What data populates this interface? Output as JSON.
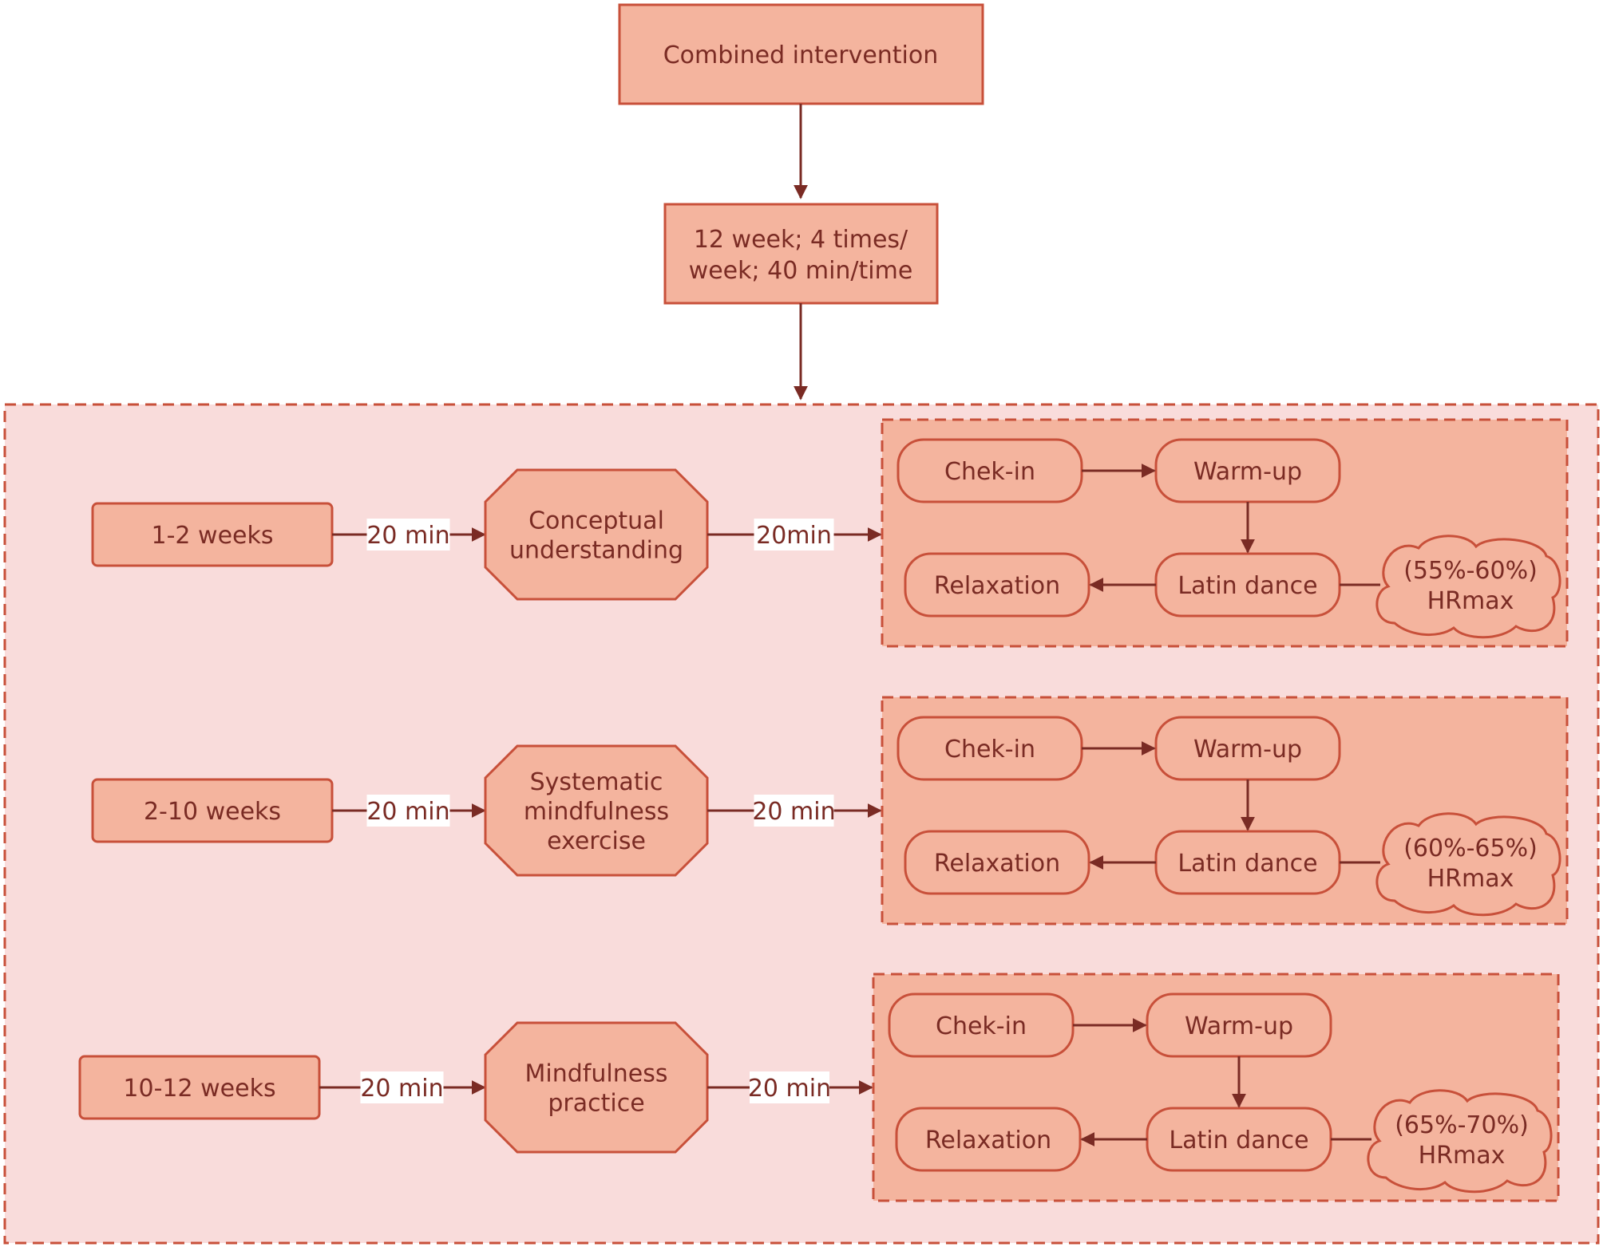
{
  "top": {
    "title": "Combined intervention",
    "schedule_line1": "12 week; 4 times/",
    "schedule_line2": "week; 40 min/time"
  },
  "phases": [
    {
      "weeks": "1-2 weeks",
      "dur_in": "20 min",
      "practice_lines": [
        "Conceptual",
        "understanding"
      ],
      "dur_out": "20min",
      "checkin": "Chek-in",
      "warmup": "Warm-up",
      "latin": "Latin dance",
      "relax": "Relaxation",
      "hr_line1": "(55%-60%)",
      "hr_line2": "HRmax"
    },
    {
      "weeks": "2-10 weeks",
      "dur_in": "20 min",
      "practice_lines": [
        "Systematic",
        "mindfulness",
        "exercise"
      ],
      "dur_out": "20 min",
      "checkin": "Chek-in",
      "warmup": "Warm-up",
      "latin": "Latin dance",
      "relax": "Relaxation",
      "hr_line1": "(60%-65%)",
      "hr_line2": "HRmax"
    },
    {
      "weeks": "10-12 weeks",
      "dur_in": "20 min",
      "practice_lines": [
        "Mindfulness",
        "practice"
      ],
      "dur_out": "20 min",
      "checkin": "Chek-in",
      "warmup": "Warm-up",
      "latin": "Latin dance",
      "relax": "Relaxation",
      "hr_line1": "(65%-70%)",
      "hr_line2": "HRmax"
    }
  ]
}
